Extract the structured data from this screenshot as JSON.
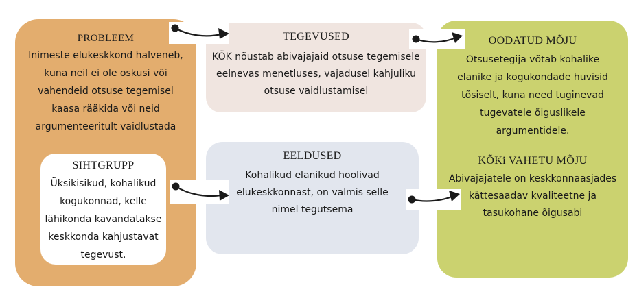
{
  "problem": {
    "title": "PROBLEEM",
    "lines": [
      "Inimeste elukeskkond halveneb,",
      "kuna neil ei ole oskusi või",
      "vahendeid otsuse tegemisel",
      "kaasa rääkida või neid",
      "argumenteeritult vaidlustada"
    ]
  },
  "target_group": {
    "title": "SIHTGRUPP",
    "lines": [
      "Üksikisikud, kohalikud",
      "kogukonnad, kelle",
      "lähikonda kavandatakse",
      "keskkonda kahjustavat",
      "tegevust."
    ]
  },
  "activities": {
    "title": "TEGEVUSED",
    "lines": [
      "KÕK nõustab abivajajaid otsuse tegemisele",
      "eelnevas menetluses, vajadusel kahjuliku",
      "otsuse vaidlustamisel"
    ]
  },
  "assumptions": {
    "title": "EELDUSED",
    "lines": [
      "Kohalikud elanikud hoolivad",
      "elukeskkonnast, on valmis selle",
      "nimel tegutsema"
    ]
  },
  "expected_impact": {
    "title": "OODATUD MÕJU",
    "lines": [
      "Otsusetegija võtab kohalike",
      "elanike ja kogukondade huvisid",
      "tõsiselt, kuna need tuginevad",
      "tugevatele õiguslikele",
      "argumentidele."
    ]
  },
  "direct_impact": {
    "title": "KÕKi VAHETU MÕJU",
    "lines": [
      "Abivajajatele on keskkonnaasjades",
      "kättesaadav kvaliteetne ja",
      "tasukohane õigusabi"
    ]
  },
  "colors": {
    "problem": "#e3ad6e",
    "activities": "#f0e5e0",
    "assumptions": "#e2e6ee",
    "impact": "#cbd26f",
    "arrow": "#1a1a1a"
  }
}
